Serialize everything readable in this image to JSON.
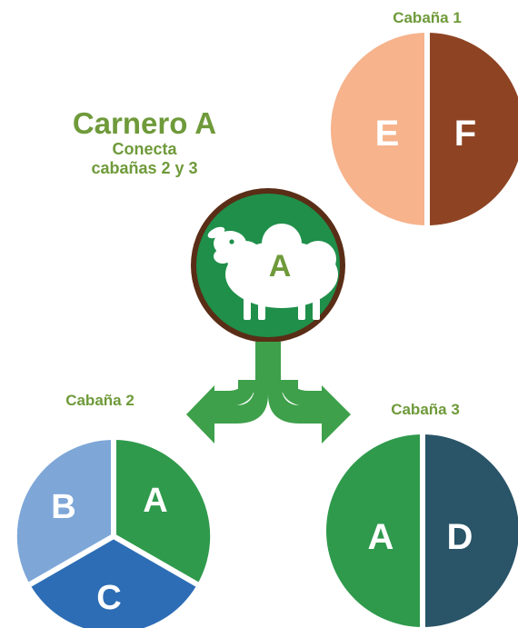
{
  "ram": {
    "title": "Carnero A",
    "subtitle_line1": "Conecta",
    "subtitle_line2": "cabañas 2 y 3",
    "badge_letter": "A",
    "colors": {
      "circle": "#1f8f4a",
      "ring": "#5a2d16",
      "sheep": "#ffffff",
      "letter": "#6f9a3a"
    }
  },
  "cabanas": [
    {
      "name": "Cabaña 1",
      "segments": [
        {
          "letter": "E",
          "color": "#f6b38c"
        },
        {
          "letter": "F",
          "color": "#8e4423"
        }
      ]
    },
    {
      "name": "Cabaña 2",
      "segments": [
        {
          "letter": "A",
          "color": "#2f9a4c"
        },
        {
          "letter": "C",
          "color": "#2d6db5"
        },
        {
          "letter": "B",
          "color": "#7ea7d8"
        }
      ]
    },
    {
      "name": "Cabaña 3",
      "segments": [
        {
          "letter": "A",
          "color": "#2f9a4c"
        },
        {
          "letter": "D",
          "color": "#2a5468"
        }
      ]
    }
  ],
  "colors": {
    "label_green": "#6f9a3a",
    "arrow_green": "#3ea04a",
    "divider": "#ffffff"
  },
  "icons": [
    "sheep-icon",
    "split-arrow-icon"
  ]
}
